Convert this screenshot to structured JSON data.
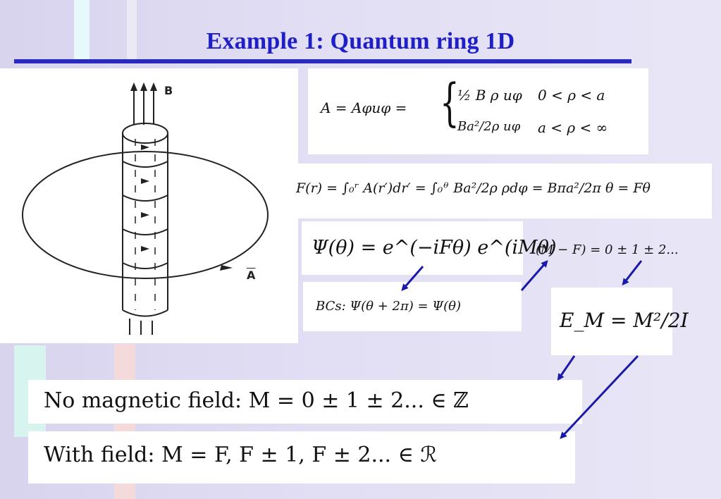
{
  "slide": {
    "title": "Example 1: Quantum ring 1D"
  },
  "figure": {
    "label_B": "B",
    "label_A": "A"
  },
  "equations": {
    "vector_potential": {
      "lhs": "A = Aφuφ =",
      "case1_expr": "½ B ρ uφ",
      "case1_cond": "0 < ρ < a",
      "case2_expr": "Ba²/2ρ uφ",
      "case2_cond": "a < ρ < ∞"
    },
    "flux": "F(r) = ∫₀ʳ A(r′)dr′ = ∫₀ᶿ Ba²/2ρ ρdφ = Bπa²/2π θ = Fθ",
    "wavefunction": "Ψ(θ) = e^(−iFθ) e^(iMθ)",
    "boundary_condition": "BCs: Ψ(θ + 2π) = Ψ(θ)",
    "quantization": "(M − F) = 0 ± 1 ± 2...",
    "energy": "E_M = M²/2I",
    "no_field": "No magnetic field: M = 0 ± 1 ± 2... ∈ ℤ",
    "with_field": "With field: M = F, F ± 1, F ± 2... ∈ ℛ"
  },
  "colors": {
    "title": "#1f1fc8",
    "rule": "#2a2ac0",
    "arrow": "#1a1aa8"
  }
}
